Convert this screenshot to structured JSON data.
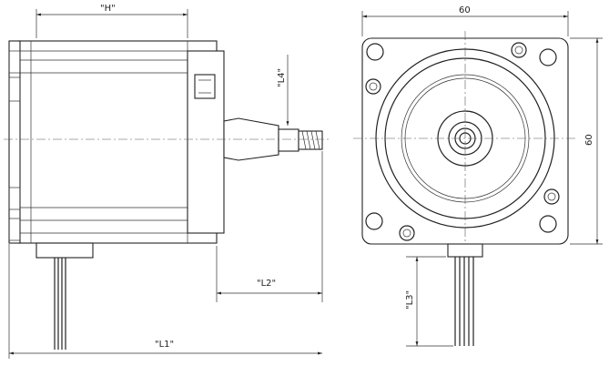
{
  "dimensions": {
    "h": "\"H\"",
    "l1": "\"L1\"",
    "l2": "\"L2\"",
    "l3": "\"L3\"",
    "l4": "\"L4\"",
    "width": "60",
    "height": "60"
  },
  "colors": {
    "ink": "#222222",
    "background": "#ffffff"
  }
}
